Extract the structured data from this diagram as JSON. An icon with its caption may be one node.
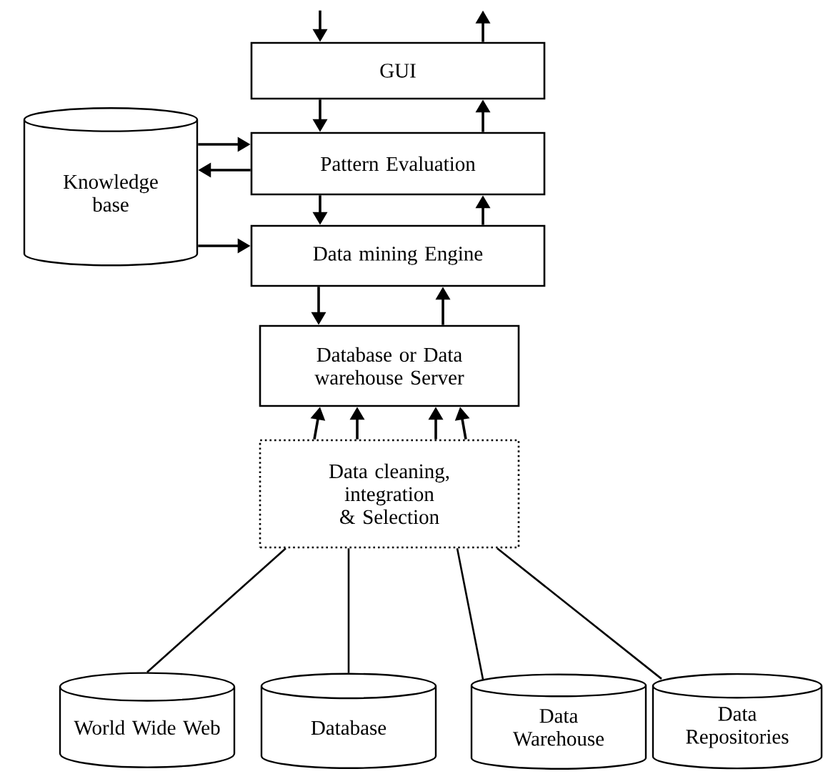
{
  "diagram": {
    "nodes": [
      {
        "text": [
          "GUI"
        ]
      },
      {
        "text": [
          "Pattern Evaluation"
        ]
      },
      {
        "text": [
          "Knowledge base"
        ]
      },
      {
        "text": [
          "Data mining Engine"
        ]
      },
      {
        "text": [
          "Database or Data warehouse Server"
        ]
      },
      {
        "text": [
          "Data cleaning, integration & Selection"
        ]
      },
      {
        "text": [
          "World Wide Web"
        ]
      },
      {
        "text": [
          "Database"
        ]
      },
      {
        "text": [
          "Data Warehouse"
        ]
      },
      {
        "text": [
          "Data Repositories"
        ]
      }
    ],
    "edges": [
      {
        "from": null,
        "to": 0,
        "arrow": "to"
      },
      {
        "from": 0,
        "to": null,
        "arrow": "to"
      },
      {
        "from": 0,
        "to": 1,
        "arrow": "to"
      },
      {
        "from": 1,
        "to": 0,
        "arrow": "to"
      },
      {
        "from": 2,
        "to": 1,
        "arrow": "to"
      },
      {
        "from": 1,
        "to": 2,
        "arrow": "to"
      },
      {
        "from": 2,
        "to": 3,
        "arrow": "to"
      },
      {
        "from": 1,
        "to": 3,
        "arrow": "to"
      },
      {
        "from": 3,
        "to": 1,
        "arrow": "to"
      },
      {
        "from": 3,
        "to": 4,
        "arrow": "to"
      },
      {
        "from": 4,
        "to": 3,
        "arrow": "to"
      },
      {
        "from": 5,
        "to": 4,
        "arrow": "to"
      },
      {
        "from": 5,
        "to": 4,
        "arrow": "to"
      },
      {
        "from": 5,
        "to": 4,
        "arrow": "to"
      },
      {
        "from": 5,
        "to": 4,
        "arrow": "to"
      },
      {
        "from": 6,
        "to": 5,
        "arrow": "none"
      },
      {
        "from": 7,
        "to": 5,
        "arrow": "none"
      },
      {
        "from": 8,
        "to": 5,
        "arrow": "none"
      },
      {
        "from": 9,
        "to": 5,
        "arrow": "none"
      }
    ]
  }
}
